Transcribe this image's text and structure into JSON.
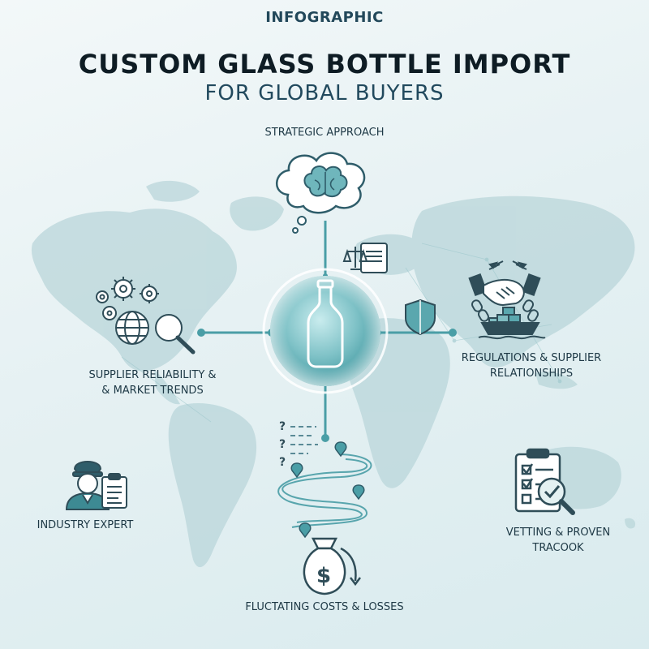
{
  "header": {
    "eyebrow": "INFOGRAPHIC",
    "title": "CUSTOM GLASS BOTTLE IMPORT",
    "subtitle": "FOR GLOBAL BUYERS"
  },
  "nodes": {
    "strategic": "STRATEGIC APPROACH",
    "supplier_line1": "SUPPLIER RELIABILITY &",
    "supplier_line2": "& MARKET TRENDS",
    "regulations_line1": "REGULATIONS & SUPPLIER",
    "regulations_line2": "RELATIONSHIPS",
    "expert": "INDUSTRY EXPERT",
    "vetting_line1": "VETTING & PROVEN",
    "vetting_line2": "TRACOOK",
    "costs": "FLUCTATING COSTS & LOSSES"
  },
  "icons": {
    "center": "glass-bottle-icon",
    "top": "brain-thought-bubble-icon",
    "left": "gears-globe-magnifier-icon",
    "right": "handshake-chain-ship-icon",
    "bottom": "money-bag-icon",
    "bottom_left": "inspector-clipboard-icon",
    "bottom_right": "checklist-magnifier-icon"
  },
  "colors": {
    "accent": "#3f9ba4",
    "ink": "#1d3a48",
    "map": "#b7d5d9"
  }
}
